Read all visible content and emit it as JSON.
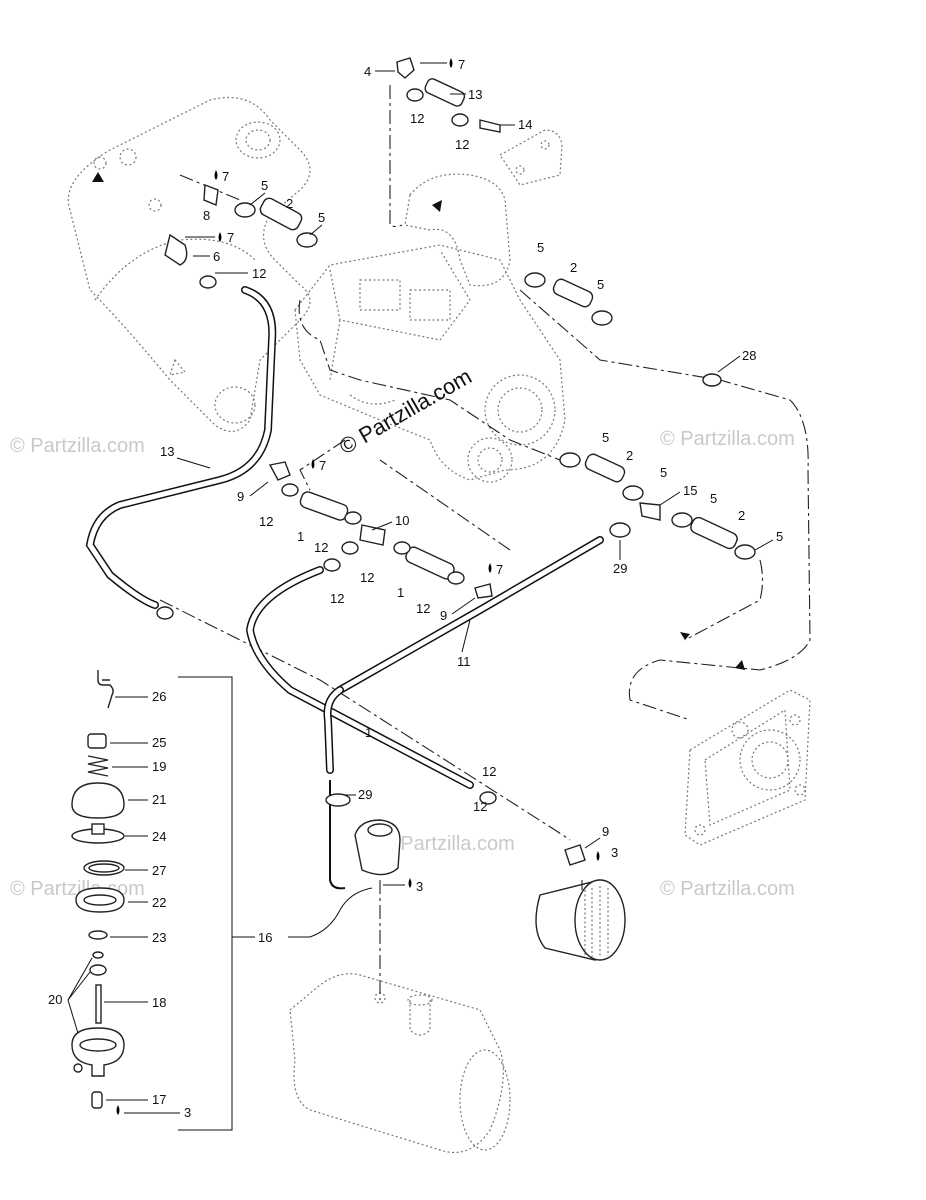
{
  "watermark": {
    "main": "© Partzilla.com",
    "side": "© Partzilla.com"
  },
  "callouts": {
    "c4": "4",
    "c7a": "7",
    "c13a": "13",
    "c12a": "12",
    "c12b": "12",
    "c14": "14",
    "c7b": "7",
    "c8": "8",
    "c5a": "5",
    "c2a": "2",
    "c5b": "5",
    "c7c": "7",
    "c6": "6",
    "c12c": "12",
    "c5c": "5",
    "c2b": "2",
    "c5d": "5",
    "c28": "28",
    "c13b": "13",
    "c7d": "7",
    "c9a": "9",
    "c12d": "12",
    "c1a": "1",
    "c10": "10",
    "c12e": "12",
    "c12f": "12",
    "c12g": "12",
    "c1b": "1",
    "c12h": "12",
    "c7e": "7",
    "c9b": "9",
    "c11": "11",
    "c5e": "5",
    "c2c": "2",
    "c5f": "5",
    "c15": "15",
    "c5g": "5",
    "c2d": "2",
    "c5h": "5",
    "c29a": "29",
    "c12i": "12",
    "c1c": "1",
    "c12j": "12",
    "c29b": "29",
    "c9c": "9",
    "c3a": "3",
    "c3b": "3",
    "c16": "16",
    "c26": "26",
    "c25": "25",
    "c19": "19",
    "c21": "21",
    "c24": "24",
    "c27": "27",
    "c22": "22",
    "c23": "23",
    "c20": "20",
    "c18": "18",
    "c17": "17",
    "c3c": "3"
  }
}
